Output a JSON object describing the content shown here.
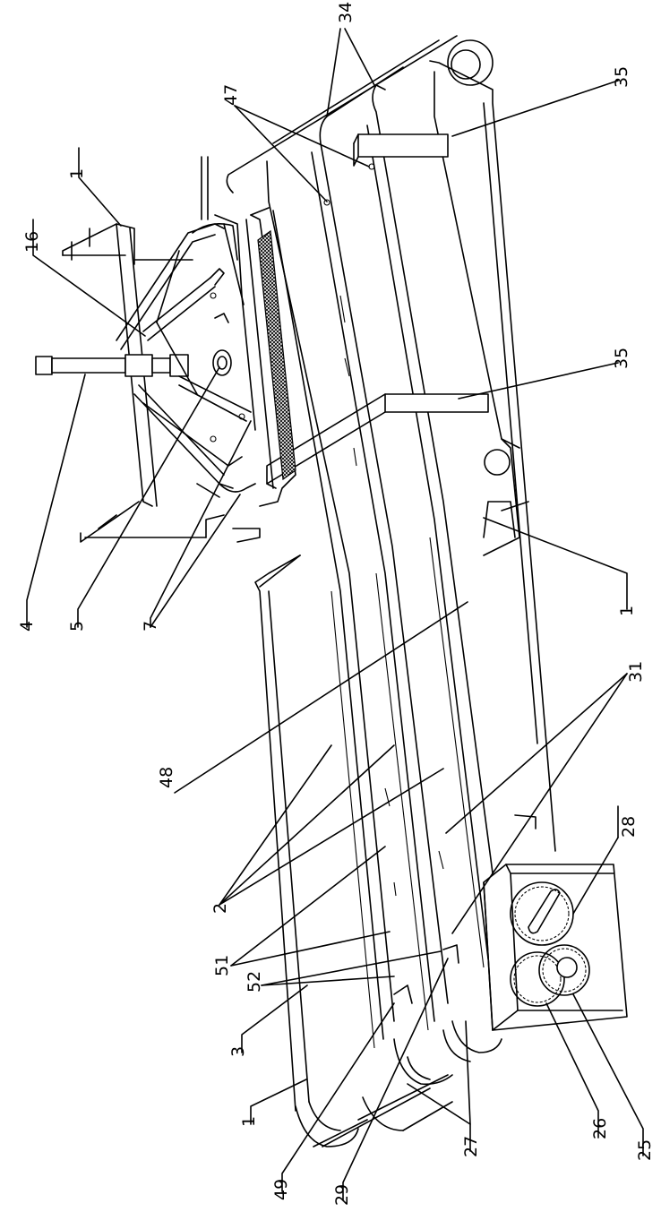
{
  "labels": [
    {
      "id": "ref-34",
      "text": "34"
    },
    {
      "id": "ref-35-top",
      "text": "35"
    },
    {
      "id": "ref-47",
      "text": "47"
    },
    {
      "id": "ref-1-top",
      "text": "1"
    },
    {
      "id": "ref-16",
      "text": "16"
    },
    {
      "id": "ref-35-mid",
      "text": "35"
    },
    {
      "id": "ref-4",
      "text": "4"
    },
    {
      "id": "ref-5",
      "text": "5"
    },
    {
      "id": "ref-7",
      "text": "7"
    },
    {
      "id": "ref-1-right",
      "text": "1"
    },
    {
      "id": "ref-48",
      "text": "48"
    },
    {
      "id": "ref-31",
      "text": "31"
    },
    {
      "id": "ref-28",
      "text": "28"
    },
    {
      "id": "ref-2",
      "text": "2"
    },
    {
      "id": "ref-51",
      "text": "51"
    },
    {
      "id": "ref-52",
      "text": "52"
    },
    {
      "id": "ref-3",
      "text": "3"
    },
    {
      "id": "ref-1-bottom",
      "text": "1"
    },
    {
      "id": "ref-27",
      "text": "27"
    },
    {
      "id": "ref-26",
      "text": "26"
    },
    {
      "id": "ref-25",
      "text": "25"
    },
    {
      "id": "ref-49",
      "text": "49"
    },
    {
      "id": "ref-29",
      "text": "29"
    }
  ]
}
